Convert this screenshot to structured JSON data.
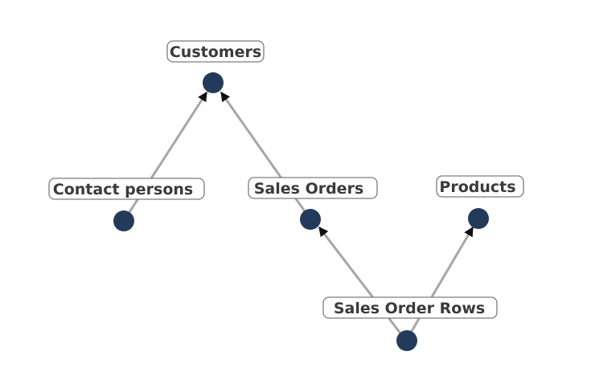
{
  "nodes": [
    {
      "id": "customers",
      "label": "Customers"
    },
    {
      "id": "contact_persons",
      "label": "Contact persons"
    },
    {
      "id": "sales_orders",
      "label": "Sales Orders"
    },
    {
      "id": "products",
      "label": "Products"
    },
    {
      "id": "sales_order_rows",
      "label": "Sales Order Rows"
    }
  ],
  "edges": [
    {
      "from": "contact_persons",
      "to": "customers",
      "directed": true
    },
    {
      "from": "sales_orders",
      "to": "customers",
      "directed": true
    },
    {
      "from": "sales_order_rows",
      "to": "sales_orders",
      "directed": true
    },
    {
      "from": "sales_order_rows",
      "to": "products",
      "directed": true
    }
  ],
  "colors": {
    "node": "#233a5a",
    "edge": "#a6a6a6",
    "label_border": "#7c7c7c",
    "label_text": "#3a3a3a"
  }
}
